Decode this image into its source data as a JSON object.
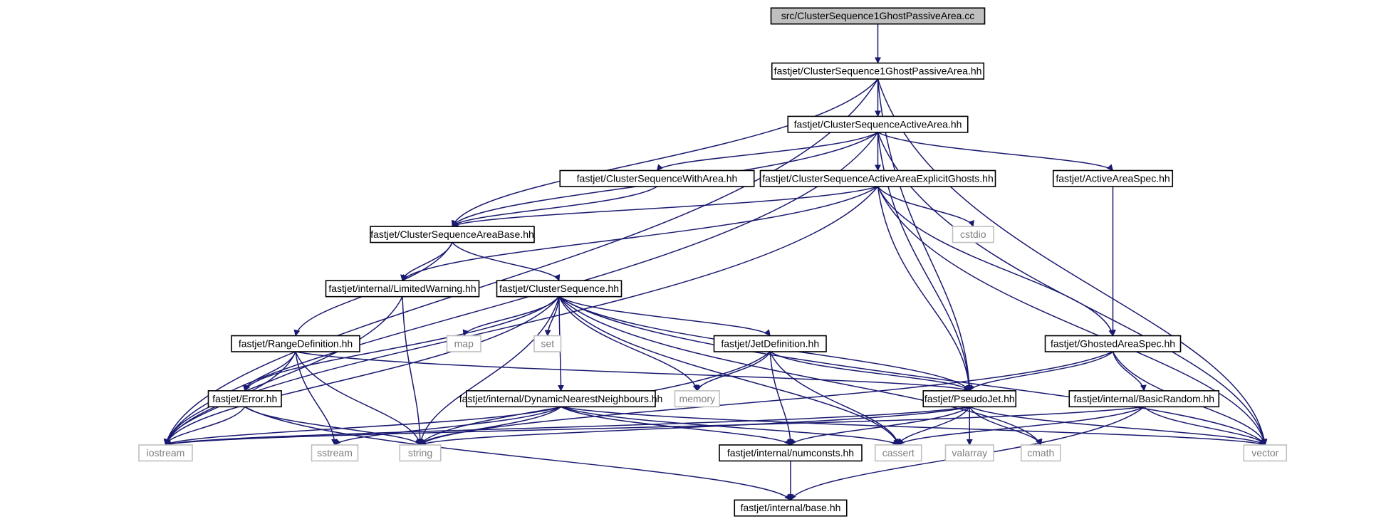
{
  "colors": {
    "edge": "#191970",
    "node_border": "#000000",
    "external_border": "#bfbfbf",
    "external_text": "#7f7f7f",
    "root_fill": "#bfbfbf",
    "node_fill": "#ffffff"
  },
  "nodes": [
    {
      "id": "root",
      "label": "src/ClusterSequence1GhostPassiveArea.cc",
      "kind": "root"
    },
    {
      "id": "cs1gpa",
      "label": "fastjet/ClusterSequence1GhostPassiveArea.hh",
      "kind": "header"
    },
    {
      "id": "csaa",
      "label": "fastjet/ClusterSequenceActiveArea.hh",
      "kind": "header"
    },
    {
      "id": "cswa",
      "label": "fastjet/ClusterSequenceWithArea.hh",
      "kind": "header"
    },
    {
      "id": "csaaeg",
      "label": "fastjet/ClusterSequenceActiveAreaExplicitGhosts.hh",
      "kind": "header"
    },
    {
      "id": "aas",
      "label": "fastjet/ActiveAreaSpec.hh",
      "kind": "header"
    },
    {
      "id": "csab",
      "label": "fastjet/ClusterSequenceAreaBase.hh",
      "kind": "header"
    },
    {
      "id": "cstdio",
      "label": "cstdio",
      "kind": "external"
    },
    {
      "id": "lw",
      "label": "fastjet/internal/LimitedWarning.hh",
      "kind": "header"
    },
    {
      "id": "cs",
      "label": "fastjet/ClusterSequence.hh",
      "kind": "header"
    },
    {
      "id": "map",
      "label": "map",
      "kind": "external"
    },
    {
      "id": "set",
      "label": "set",
      "kind": "external"
    },
    {
      "id": "rd",
      "label": "fastjet/RangeDefinition.hh",
      "kind": "header"
    },
    {
      "id": "jd",
      "label": "fastjet/JetDefinition.hh",
      "kind": "header"
    },
    {
      "id": "gas",
      "label": "fastjet/GhostedAreaSpec.hh",
      "kind": "header"
    },
    {
      "id": "err",
      "label": "fastjet/Error.hh",
      "kind": "header"
    },
    {
      "id": "memory",
      "label": "memory",
      "kind": "external"
    },
    {
      "id": "dnn",
      "label": "fastjet/internal/DynamicNearestNeighbours.hh",
      "kind": "header"
    },
    {
      "id": "pj",
      "label": "fastjet/PseudoJet.hh",
      "kind": "header"
    },
    {
      "id": "br",
      "label": "fastjet/internal/BasicRandom.hh",
      "kind": "header"
    },
    {
      "id": "iostream",
      "label": "iostream",
      "kind": "external"
    },
    {
      "id": "sstream",
      "label": "sstream",
      "kind": "external"
    },
    {
      "id": "string",
      "label": "string",
      "kind": "external"
    },
    {
      "id": "numconsts",
      "label": "fastjet/internal/numconsts.hh",
      "kind": "header"
    },
    {
      "id": "cassert",
      "label": "cassert",
      "kind": "external"
    },
    {
      "id": "valarray",
      "label": "valarray",
      "kind": "external"
    },
    {
      "id": "cmath",
      "label": "cmath",
      "kind": "external"
    },
    {
      "id": "vector",
      "label": "vector",
      "kind": "external"
    },
    {
      "id": "base",
      "label": "fastjet/internal/base.hh",
      "kind": "header"
    }
  ],
  "edges": [
    [
      "root",
      "cs1gpa"
    ],
    [
      "cs1gpa",
      "csaa"
    ],
    [
      "cs1gpa",
      "csab"
    ],
    [
      "cs1gpa",
      "iostream"
    ],
    [
      "cs1gpa",
      "vector"
    ],
    [
      "cs1gpa",
      "pj"
    ],
    [
      "csaa",
      "cswa"
    ],
    [
      "csaa",
      "csaaeg"
    ],
    [
      "csaa",
      "aas"
    ],
    [
      "csaa",
      "csab"
    ],
    [
      "csaa",
      "iostream"
    ],
    [
      "csaa",
      "vector"
    ],
    [
      "csaa",
      "pj"
    ],
    [
      "cswa",
      "csab"
    ],
    [
      "csaaeg",
      "csab"
    ],
    [
      "csaaeg",
      "cstdio"
    ],
    [
      "csaaeg",
      "lw"
    ],
    [
      "csaaeg",
      "gas"
    ],
    [
      "csaaeg",
      "pj"
    ],
    [
      "csaaeg",
      "vector"
    ],
    [
      "csaaeg",
      "iostream"
    ],
    [
      "aas",
      "gas"
    ],
    [
      "csab",
      "lw"
    ],
    [
      "csab",
      "cs"
    ],
    [
      "csab",
      "rd"
    ],
    [
      "lw",
      "iostream"
    ],
    [
      "lw",
      "string"
    ],
    [
      "cs",
      "map"
    ],
    [
      "cs",
      "set"
    ],
    [
      "cs",
      "jd"
    ],
    [
      "cs",
      "err"
    ],
    [
      "cs",
      "dnn"
    ],
    [
      "cs",
      "memory"
    ],
    [
      "cs",
      "pj"
    ],
    [
      "cs",
      "iostream"
    ],
    [
      "cs",
      "string"
    ],
    [
      "cs",
      "cassert"
    ],
    [
      "cs",
      "cmath"
    ],
    [
      "cs",
      "vector"
    ],
    [
      "rd",
      "err"
    ],
    [
      "rd",
      "pj"
    ],
    [
      "rd",
      "iostream"
    ],
    [
      "rd",
      "sstream"
    ],
    [
      "rd",
      "string"
    ],
    [
      "jd",
      "pj"
    ],
    [
      "jd",
      "memory"
    ],
    [
      "jd",
      "string"
    ],
    [
      "jd",
      "numconsts"
    ],
    [
      "jd",
      "cassert"
    ],
    [
      "gas",
      "pj"
    ],
    [
      "gas",
      "br"
    ],
    [
      "gas",
      "vector"
    ],
    [
      "gas",
      "string"
    ],
    [
      "err",
      "iostream"
    ],
    [
      "err",
      "string"
    ],
    [
      "err",
      "base"
    ],
    [
      "dnn",
      "iostream"
    ],
    [
      "dnn",
      "string"
    ],
    [
      "dnn",
      "sstream"
    ],
    [
      "dnn",
      "numconsts"
    ],
    [
      "dnn",
      "cassert"
    ],
    [
      "dnn",
      "vector"
    ],
    [
      "pj",
      "numconsts"
    ],
    [
      "pj",
      "cassert"
    ],
    [
      "pj",
      "valarray"
    ],
    [
      "pj",
      "cmath"
    ],
    [
      "pj",
      "vector"
    ],
    [
      "pj",
      "iostream"
    ],
    [
      "pj",
      "string"
    ],
    [
      "br",
      "base"
    ],
    [
      "br",
      "vector"
    ],
    [
      "br",
      "cassert"
    ],
    [
      "br",
      "iostream"
    ],
    [
      "numconsts",
      "base"
    ]
  ]
}
